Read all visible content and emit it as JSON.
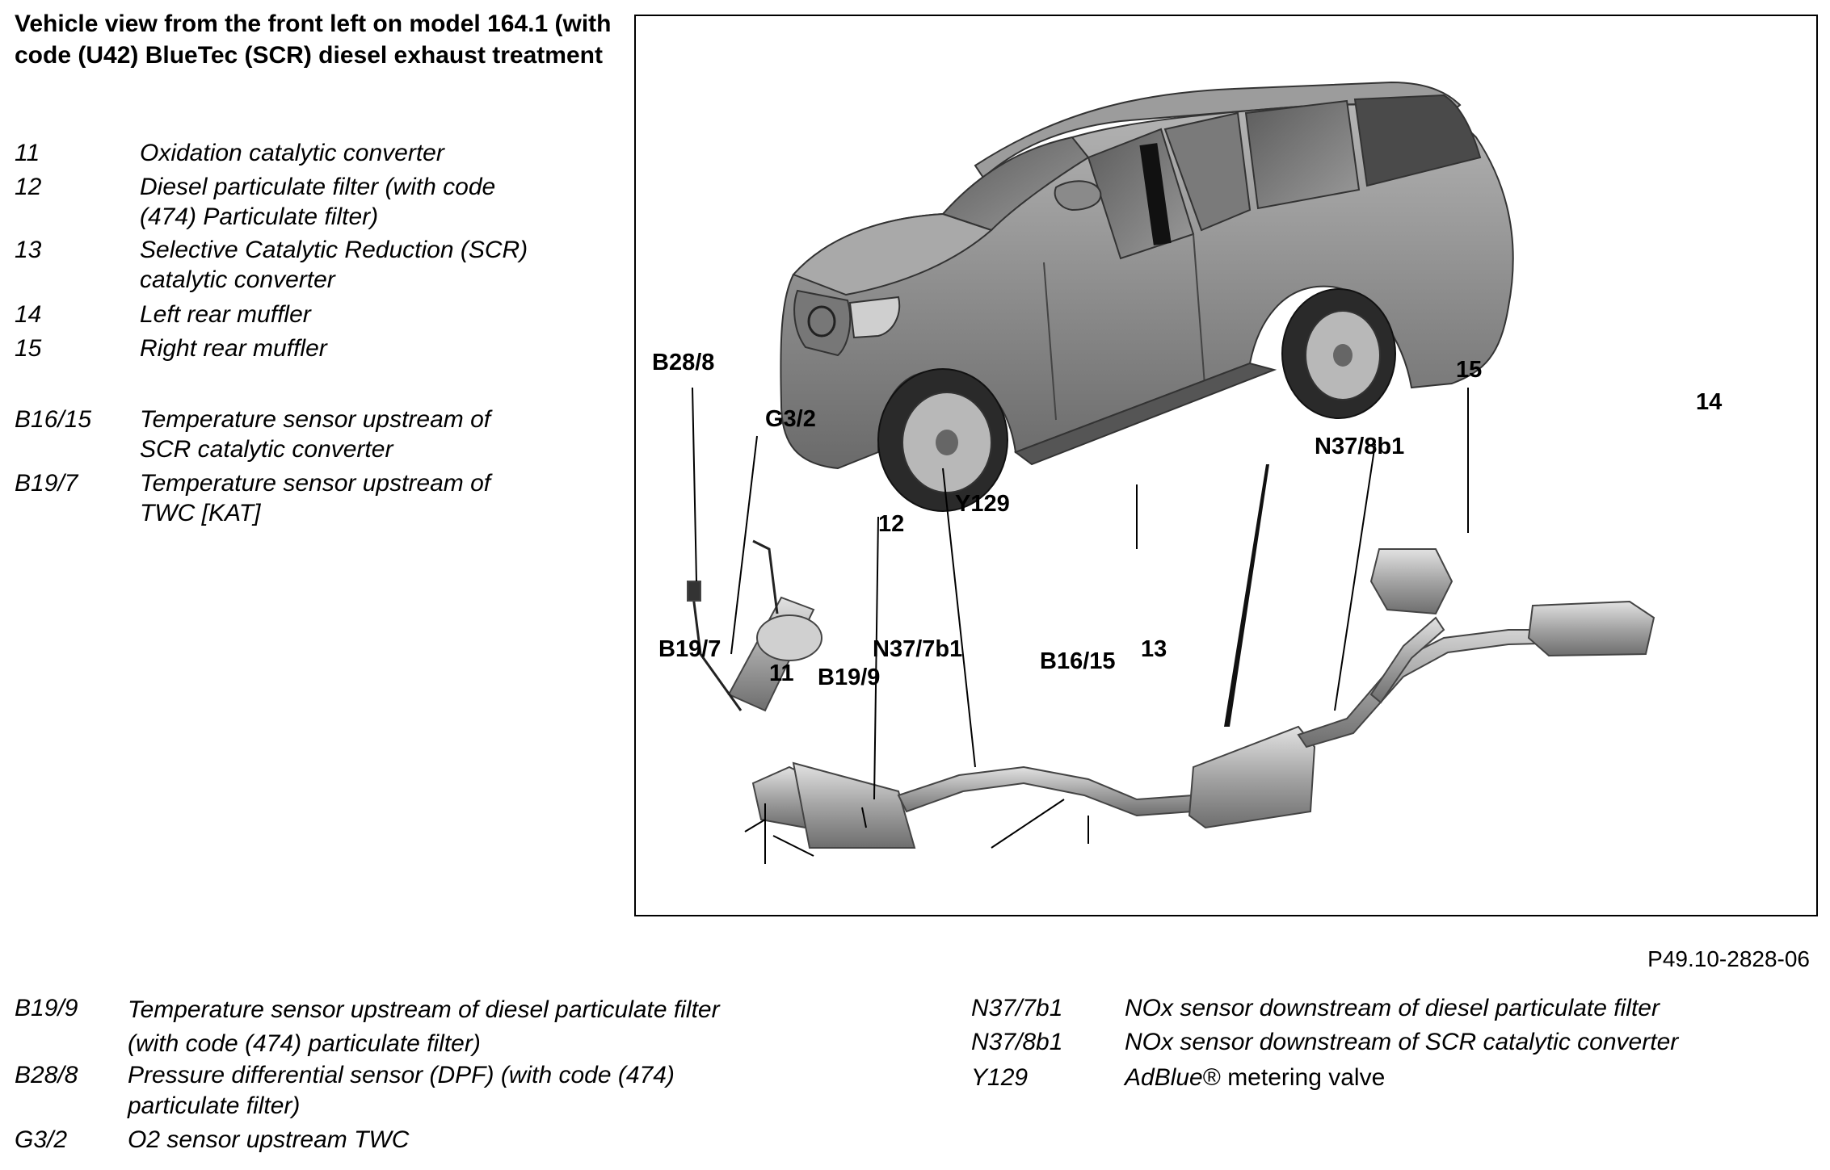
{
  "title": "Vehicle view from the front left on model 164.1 (with code (U42) BlueTec (SCR) diesel exhaust treatment",
  "legend_top": [
    {
      "code": "11",
      "desc": "Oxidation catalytic converter"
    },
    {
      "code": "12",
      "desc": "Diesel particulate filter (with code\n(474) Particulate filter)"
    },
    {
      "code": "13",
      "desc": "Selective Catalytic Reduction (SCR)\ncatalytic converter"
    },
    {
      "code": "14",
      "desc": "Left rear muffler"
    },
    {
      "code": "15",
      "desc": "Right rear muffler"
    },
    {
      "code": "B16/15",
      "desc": "Temperature sensor upstream of\nSCR catalytic converter"
    },
    {
      "code": "B19/7",
      "desc": "Temperature sensor upstream of\nTWC [KAT]"
    }
  ],
  "callouts": {
    "b28_8": "B28/8",
    "g3_2": "G3/2",
    "y129": "Y129",
    "c12": "12",
    "c15": "15",
    "c14": "14",
    "n37_8b1": "N37/8b1",
    "b19_7": "B19/7",
    "c11": "11",
    "b19_9": "B19/9",
    "n37_7b1": "N37/7b1",
    "b16_15": "B16/15",
    "c13": "13"
  },
  "reference": "P49.10-2828-06",
  "legend_bottom_left": [
    {
      "code": "B19/9",
      "desc": "Temperature sensor upstream of diesel particulate filter\n(with code (474) particulate filter)"
    },
    {
      "code": "B28/8",
      "desc": "Pressure differential sensor (DPF) (with code (474)\nparticulate filter)"
    },
    {
      "code": "G3/2",
      "desc": "O2 sensor upstream TWC"
    }
  ],
  "legend_bottom_right": [
    {
      "code": "N37/7b1",
      "desc": "NOx sensor downstream of diesel particulate filter"
    },
    {
      "code": "N37/8b1",
      "desc": "NOx sensor downstream of SCR catalytic converter"
    },
    {
      "code": "Y129",
      "desc_italic": "AdBlue",
      "desc_normal": "® metering valve"
    }
  ]
}
